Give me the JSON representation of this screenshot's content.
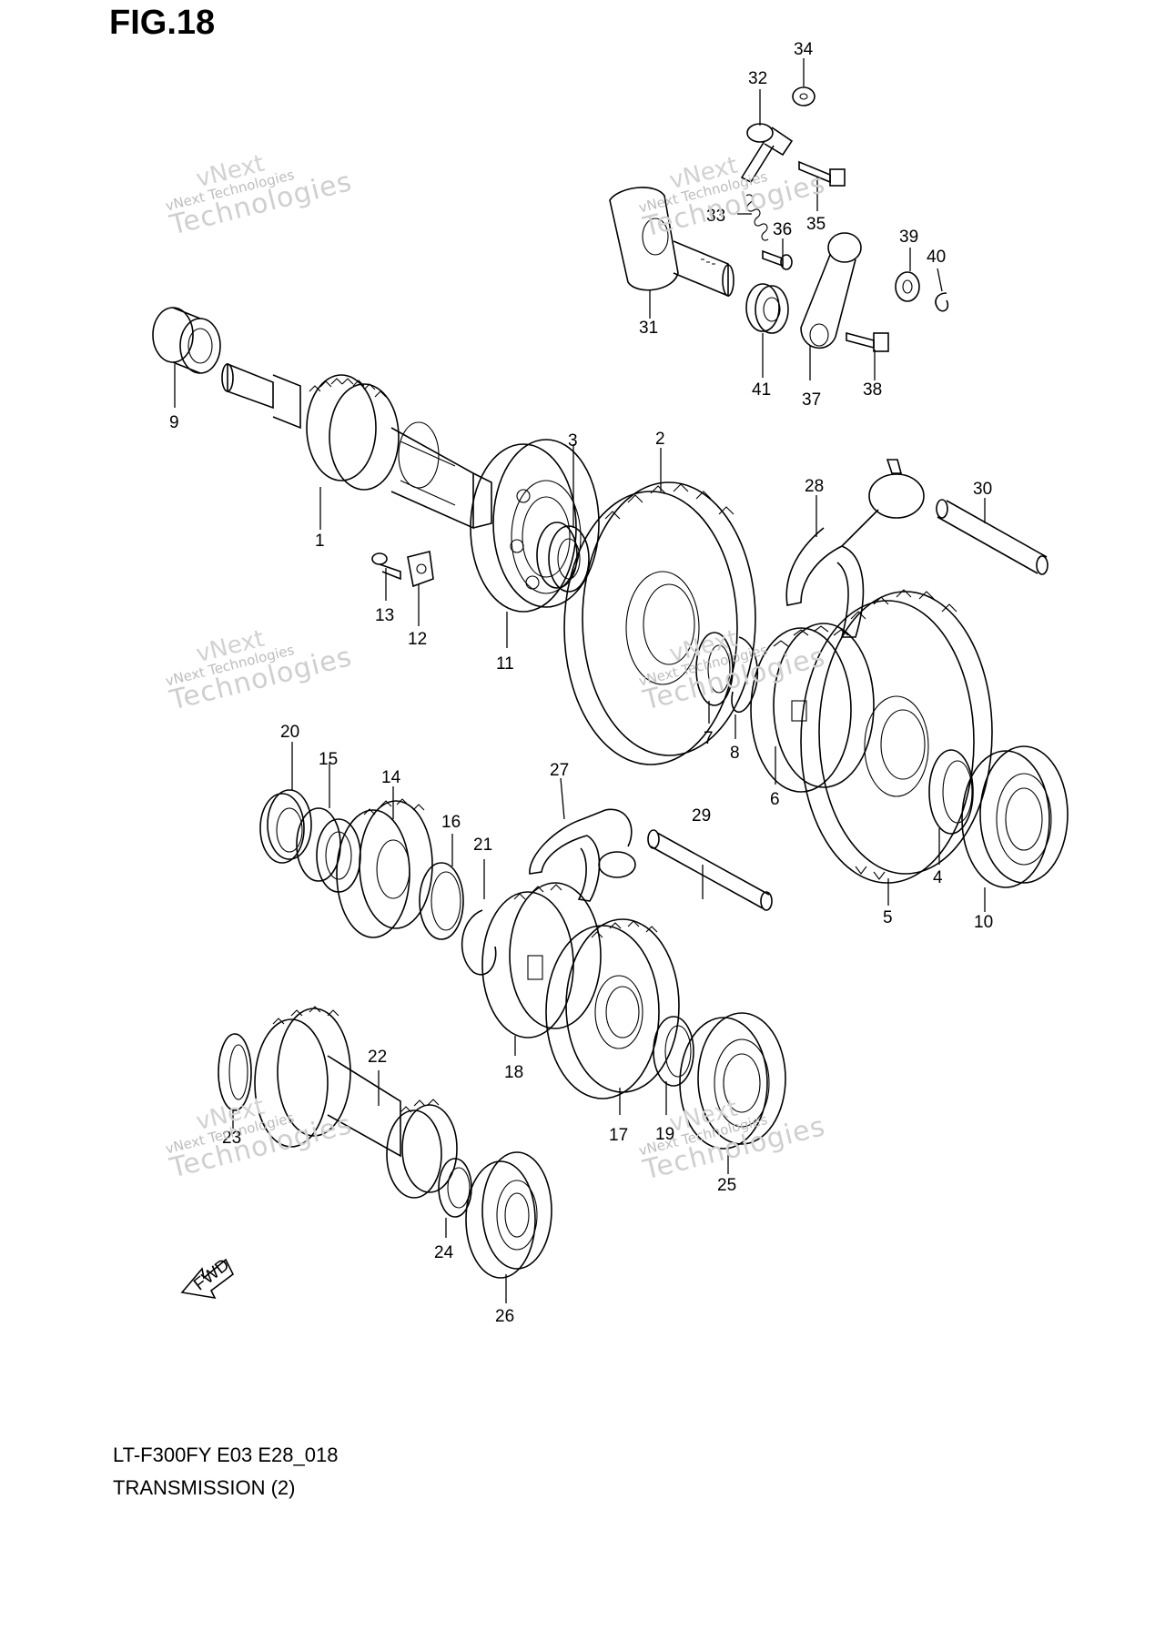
{
  "figure": {
    "title": "FIG.18",
    "model_code": "LT-F300FY E03 E28_018",
    "section": "TRANSMISSION (2)",
    "fwd_label": "FWD"
  },
  "watermark": {
    "line1": "vNext Technologies",
    "line2": "Technologies",
    "line3": "vNext"
  },
  "callouts": [
    "1",
    "2",
    "3",
    "4",
    "5",
    "6",
    "7",
    "8",
    "9",
    "10",
    "11",
    "12",
    "13",
    "14",
    "15",
    "16",
    "17",
    "18",
    "19",
    "20",
    "21",
    "22",
    "23",
    "24",
    "25",
    "26",
    "27",
    "28",
    "29",
    "30",
    "31",
    "32",
    "33",
    "34",
    "35",
    "36",
    "37",
    "38",
    "39",
    "40",
    "41"
  ]
}
